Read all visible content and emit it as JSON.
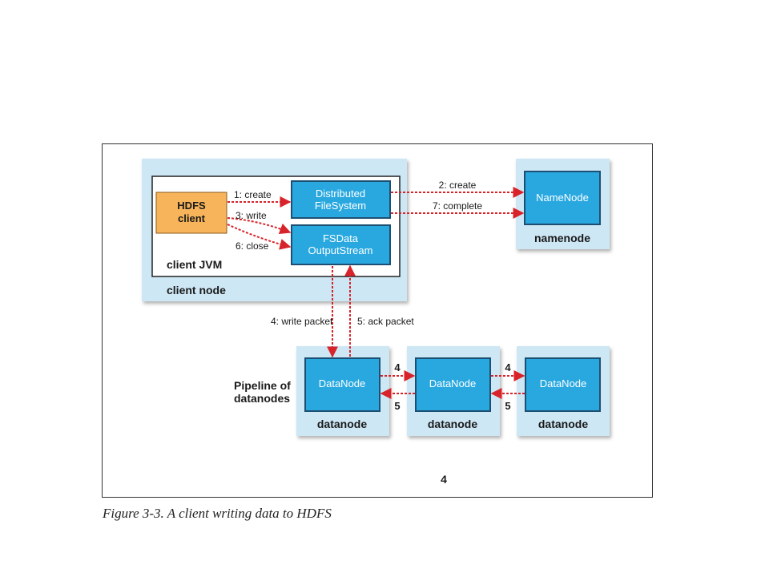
{
  "colors": {
    "node_bg": "#cde7f5",
    "component_fill": "#29a8e0",
    "component_border": "#1d4f73",
    "client_fill": "#f7b45a",
    "arrow": "#d8232a"
  },
  "client_node": {
    "label": "client node",
    "jvm_label": "client JVM",
    "hdfs_client": {
      "line1": "HDFS",
      "line2": "client"
    },
    "distributed_fs": {
      "line1": "Distributed",
      "line2": "FileSystem"
    },
    "fsdata_stream": {
      "line1": "FSData",
      "line2": "OutputStream"
    }
  },
  "namenode": {
    "inner": "NameNode",
    "label": "namenode"
  },
  "pipeline_label": {
    "line1": "Pipeline of",
    "line2": "datanodes"
  },
  "datanodes": [
    {
      "inner": "DataNode",
      "label": "datanode"
    },
    {
      "inner": "DataNode",
      "label": "datanode"
    },
    {
      "inner": "DataNode",
      "label": "datanode"
    }
  ],
  "steps": {
    "create1": "1: create",
    "write3": "3: write",
    "close6": "6: close",
    "create2": "2: create",
    "complete7": "7: complete",
    "write_packet4": "4: write packet",
    "ack_packet5": "5: ack packet",
    "pipe4a": "4",
    "pipe5a": "5",
    "pipe4b": "4",
    "pipe5b": "5"
  },
  "page_number": "4",
  "caption": "Figure 3-3. A client writing data to HDFS"
}
